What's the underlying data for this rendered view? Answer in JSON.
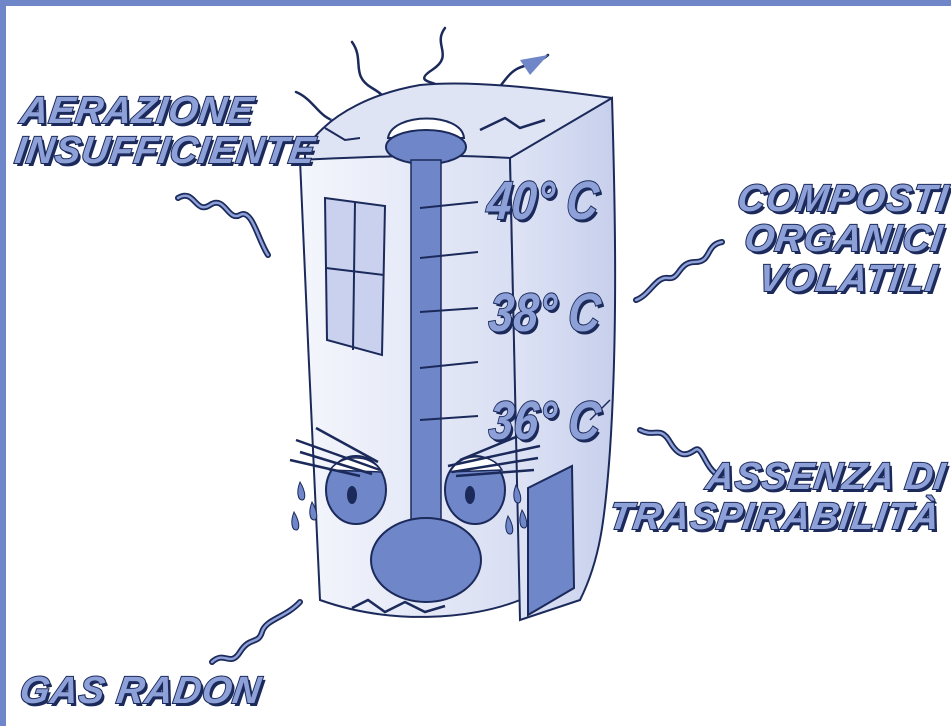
{
  "labels": {
    "aerazione": [
      "AERAZIONE",
      "INSUFFICIENTE"
    ],
    "composti": [
      "COMPOSTI",
      "ORGANICI",
      "VOLATILI"
    ],
    "assenza": [
      "ASSENZA DI",
      "TRASPIRABILITÀ"
    ],
    "gas": "GAS RADON"
  },
  "thermometer": {
    "t40": "40° C",
    "t38": "38° C",
    "t36": "36° C"
  },
  "colors": {
    "frame": "#6f86c9",
    "text_fill": "#8ea0d8",
    "text_outline": "#1b2a5a",
    "building_fill": "#e6eaf7",
    "mercury": "#6f86c9"
  }
}
